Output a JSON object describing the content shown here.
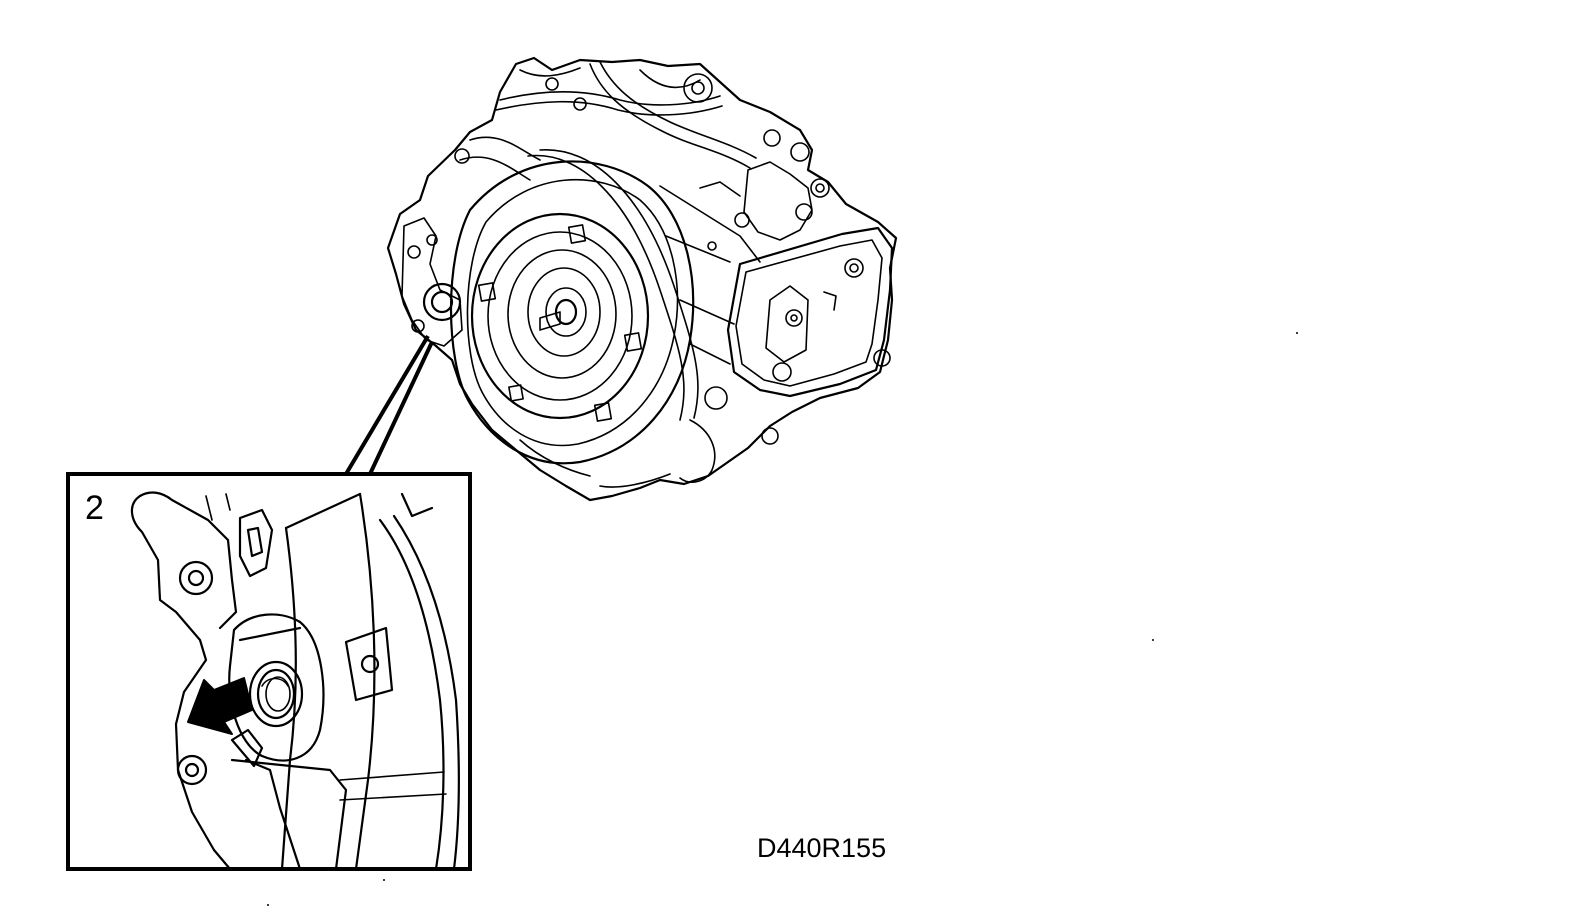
{
  "figure": {
    "callout_number": "2",
    "figure_code": "D440R155"
  },
  "icons": {
    "transmission": "transmission-assembly-drawing",
    "detail": "seal-detail-magnified-view",
    "arrow": "direction-arrow"
  },
  "colors": {
    "line": "#000000",
    "background": "#ffffff"
  }
}
